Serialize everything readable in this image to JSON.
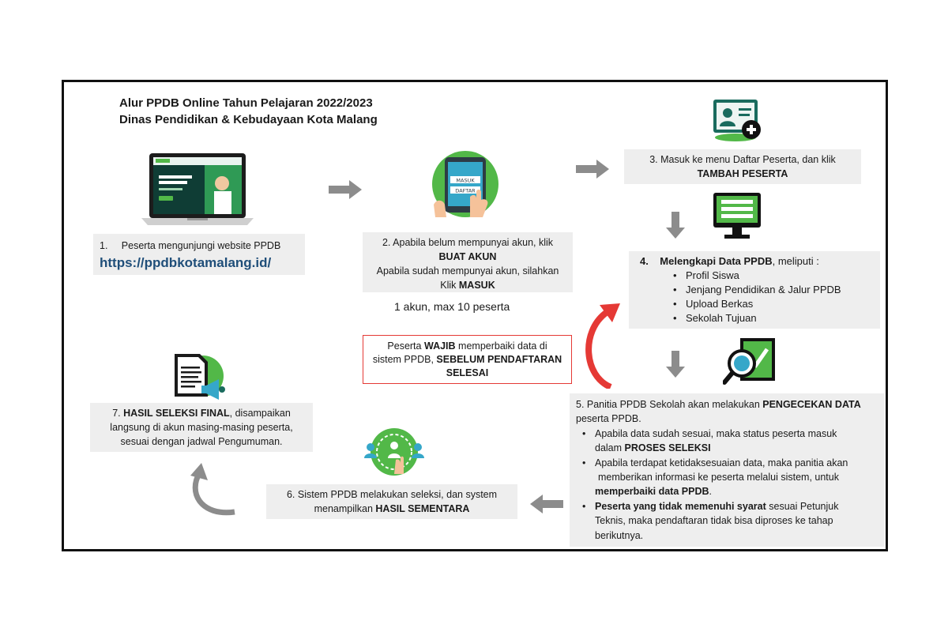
{
  "title": {
    "line1": "Alur PPDB Online Tahun Pelajaran 2022/2023",
    "line2": "Dinas Pendidikan & Kebudayaan Kota Malang"
  },
  "step1": {
    "text": "1.     Peserta mengunjungi website PPDB",
    "url": "https://ppdbkotamalang.id/"
  },
  "step2": {
    "line1": "2. Apabila belum mempunyai akun, klik",
    "bold1": "BUAT AKUN",
    "line2": "Apabila sudah mempunyai akun, silahkan",
    "line3_pre": "Klik ",
    "bold2": "MASUK",
    "note": "1 akun, max 10 peserta",
    "tablet_masuk": "MASUK",
    "tablet_daftar": "DAFTAR"
  },
  "step3": {
    "line1": "3. Masuk ke menu Daftar Peserta, dan klik",
    "bold": "TAMBAH PESERTA"
  },
  "step4": {
    "num": "4.",
    "bold": "Melengkapi Data PPDB",
    "rest": ", meliputi :",
    "items": [
      "Profil Siswa",
      "Jenjang Pendidikan & Jalur PPDB",
      "Upload Berkas",
      "Sekolah Tujuan"
    ]
  },
  "warning": {
    "pre": "Peserta ",
    "bold1": "WAJIB",
    "mid": " memperbaiki data di",
    "line2_pre": "sistem PPDB, ",
    "bold2": "SEBELUM PENDAFTARAN",
    "bold3": "SELESAI"
  },
  "step5": {
    "line1_pre": "5. Panitia PPDB Sekolah akan melakukan ",
    "line1_bold": "PENGECEKAN DATA",
    "line2": "peserta PPDB.",
    "b1_line1": "Apabila data sudah sesuai, maka status peserta masuk",
    "b1_line2_pre": "dalam ",
    "b1_bold": "PROSES SELEKSI",
    "b2_line1": "Apabila terdapat ketidaksesuaian data, maka panitia akan",
    "b2_line2": "memberikan informasi ke peserta melalui sistem, untuk",
    "b2_bold": "memperbaiki data PPDB",
    "b2_end": ".",
    "b3_bold": "Peserta yang tidak memenuhi syarat",
    "b3_line1": " sesuai Petunjuk",
    "b3_line2": "Teknis, maka pendaftaran tidak bisa diproses ke tahap",
    "b3_line3": "berikutnya."
  },
  "step6": {
    "line1": "6. Sistem PPDB melakukan seleksi, dan system",
    "line2_pre": "menampilkan ",
    "bold": "HASIL SEMENTARA"
  },
  "step7": {
    "pre": "7. ",
    "bold": "HASIL SELEKSI FINAL",
    "line1": ", disampaikan",
    "line2": "langsung di akun masing-masing peserta,",
    "line3": "sesuai dengan jadwal Pengumuman."
  },
  "icons": {
    "laptop": "laptop-website-icon",
    "tablet": "tablet-login-icon",
    "idcard": "id-card-add-icon",
    "monitor": "monitor-form-icon",
    "check": "document-check-icon",
    "selection": "people-selection-icon",
    "announce": "document-announcement-icon"
  },
  "colors": {
    "green": "#52b848",
    "teal": "#1a6b5e",
    "gray_arrow": "#8c8c8c",
    "red": "#e53935",
    "box_bg": "#eeeeee",
    "url": "#1f4e79"
  }
}
